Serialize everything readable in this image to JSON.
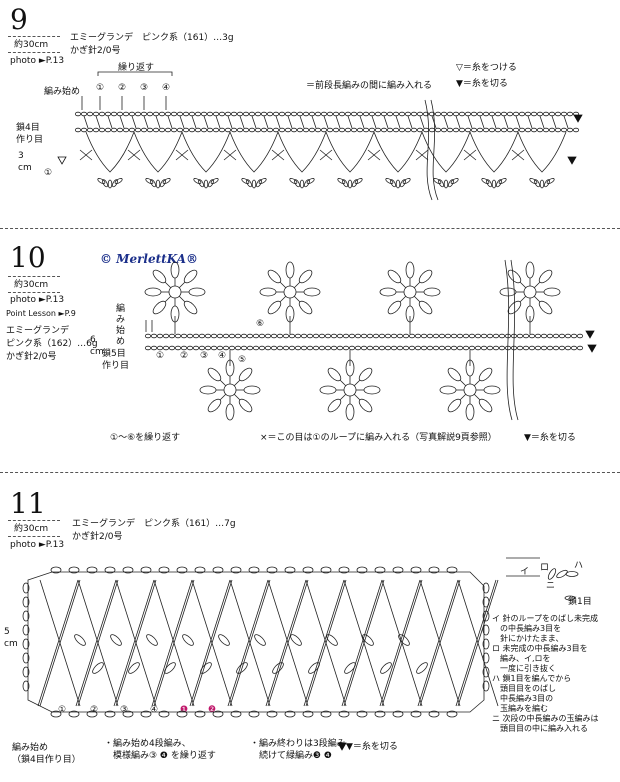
{
  "section9": {
    "number": "9",
    "length": "約30cm",
    "photo": "photo ►P.13",
    "yarn": "エミーグランデ　ピンク系（161）…3g",
    "hook": "かぎ針2/0号",
    "repeat_label": "繰り返す",
    "start_label": "編み始め",
    "foundation_label": "鎖4目\n作り目",
    "height_label": "3\ncm",
    "circled": [
      "①",
      "②",
      "③",
      "④"
    ],
    "row_marker": "①",
    "legend_attach": "▽＝糸をつける",
    "legend_cut": "▼＝糸を切る",
    "legend_between": "＝前段長編みの間に編み入れる"
  },
  "section10": {
    "number": "10",
    "length": "約30cm",
    "photo": "photo ►P.13",
    "point_lesson": "Point Lesson ►P.9",
    "yarn_line1": "エミーグランデ",
    "yarn_line2": "ピンク系（162）…6g",
    "hook": "かぎ針2/0号",
    "watermark": "© MerlettKA®",
    "start_label": "編み始め",
    "foundation_label": "鎖5目\n作り目",
    "height_label": "6\ncm",
    "circled": [
      "①",
      "②",
      "③",
      "④",
      "⑤",
      "⑥"
    ],
    "note_repeat": "①～⑥を繰り返す",
    "note_loop": "×＝この目は①のループに編み入れる（写真解説9頁参照）",
    "legend_cut": "▼＝糸を切る"
  },
  "section11": {
    "number": "11",
    "length": "約30cm",
    "photo": "photo ►P.13",
    "yarn": "エミーグランデ　ピンク系（161）…7g",
    "hook": "かぎ針2/0号",
    "start_label": "編み始め\n（鎖4目作り目）",
    "height_label": "5\ncm",
    "circled": [
      "①",
      "②",
      "③",
      "④",
      "❶",
      "❷"
    ],
    "note_start": "・編み始め4段編み、\n　模様編み③ ❹ を繰り返す",
    "note_end": "・編み終わりは3段編み、\n　続けて緑編み❸ ❹",
    "legend_cut": "▼＝糸を切る",
    "chain_label": "鎖1目",
    "symbol_labels": [
      "イ",
      "ロ",
      "ハ",
      "ニ"
    ],
    "steps": [
      "イ 針のループをのばし未完成",
      "　の中長編み3目を",
      "　針にかけたまま、",
      "ロ 未完成の中長編み3目を",
      "　編み、イ,ロを",
      "　一度に引き抜く",
      "ハ 鎖1目を編んでから",
      "　頭目目をのばし",
      "　中長編み3目の",
      "　玉編みを編む",
      "ニ 次段の中長編みの玉編みは",
      "　頭目目の中に編み入れる"
    ]
  }
}
